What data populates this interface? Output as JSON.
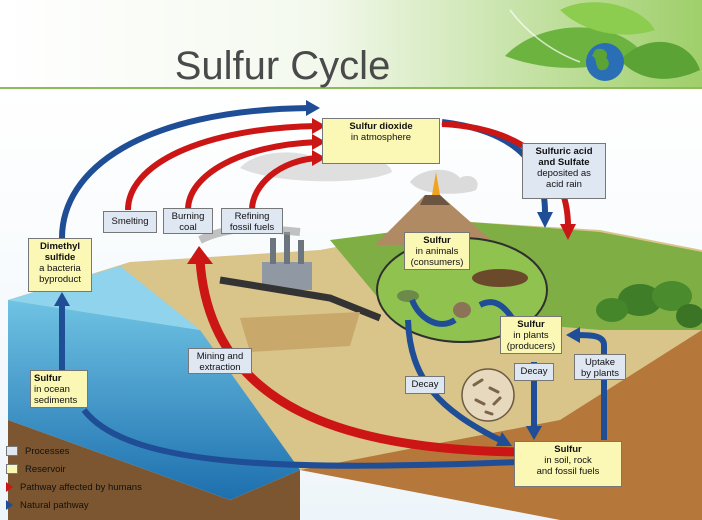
{
  "title": "Sulfur Cycle",
  "boxes": {
    "sulfur_dioxide": {
      "title": "Sulfur dioxide",
      "sub": "in atmosphere"
    },
    "sulfuric_acid": {
      "title_1": "Sulfuric acid",
      "title_2": "and Sulfate",
      "sub_1": "deposited as",
      "sub_2": "acid rain"
    },
    "smelting": "Smelting",
    "burning_coal": {
      "line_1": "Burning",
      "line_2": "coal"
    },
    "refining": {
      "line_1": "Refining",
      "line_2": "fossil fuels"
    },
    "dimethyl_sulfide": {
      "title_1": "Dimethyl",
      "title_2": "sulfide",
      "sub_1": "a bacteria",
      "sub_2": "byproduct"
    },
    "sulfur_animals": {
      "title": "Sulfur",
      "sub_1": "in animals",
      "sub_2": "(consumers)"
    },
    "sulfur_plants": {
      "title": "Sulfur",
      "sub_1": "in plants",
      "sub_2": "(producers)"
    },
    "mining": {
      "line_1": "Mining and",
      "line_2": "extraction"
    },
    "decay_left": "Decay",
    "decay_right": "Decay",
    "uptake": {
      "line_1": "Uptake",
      "line_2": "by plants"
    },
    "sulfur_ocean": {
      "title": "Sulfur",
      "sub_1": "in ocean",
      "sub_2": "sediments"
    },
    "sulfur_soil": {
      "title": "Sulfur",
      "sub_1": "in soil, rock",
      "sub_2": "and fossil fuels"
    }
  },
  "legend": {
    "processes": "Processes",
    "reservoir": "Reservoir",
    "human": "Pathway affected by humans",
    "natural": "Natural pathway"
  },
  "colors": {
    "human_pathway": "#cc1515",
    "natural_pathway": "#1f4e96",
    "reservoir": "#fbf7b4",
    "process": "#dfe7f3",
    "leaf_green": "#6db33f"
  }
}
